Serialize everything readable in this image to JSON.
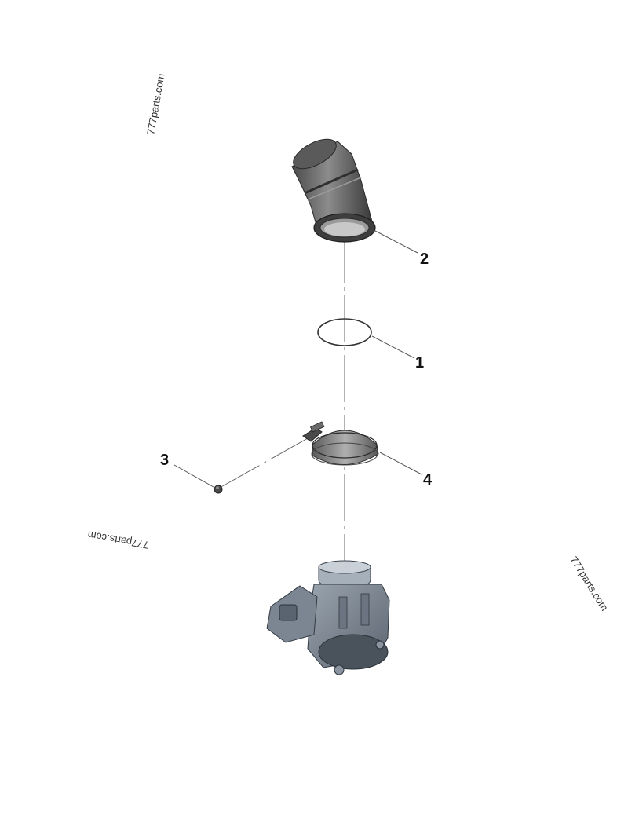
{
  "watermarks": [
    {
      "text": "777parts.com"
    },
    {
      "text": "777parts.com"
    },
    {
      "text": "777parts.com"
    }
  ],
  "callouts": {
    "part_1": "1",
    "part_2": "2",
    "part_3": "3",
    "part_4": "4"
  },
  "colors": {
    "hose": "#6f6f6f",
    "hose_dark": "#3c3c3c",
    "clamp": "#8a8a8a",
    "throttle_body": "#7e8894",
    "throttle_dark": "#4a525c",
    "ring": "#333333"
  }
}
